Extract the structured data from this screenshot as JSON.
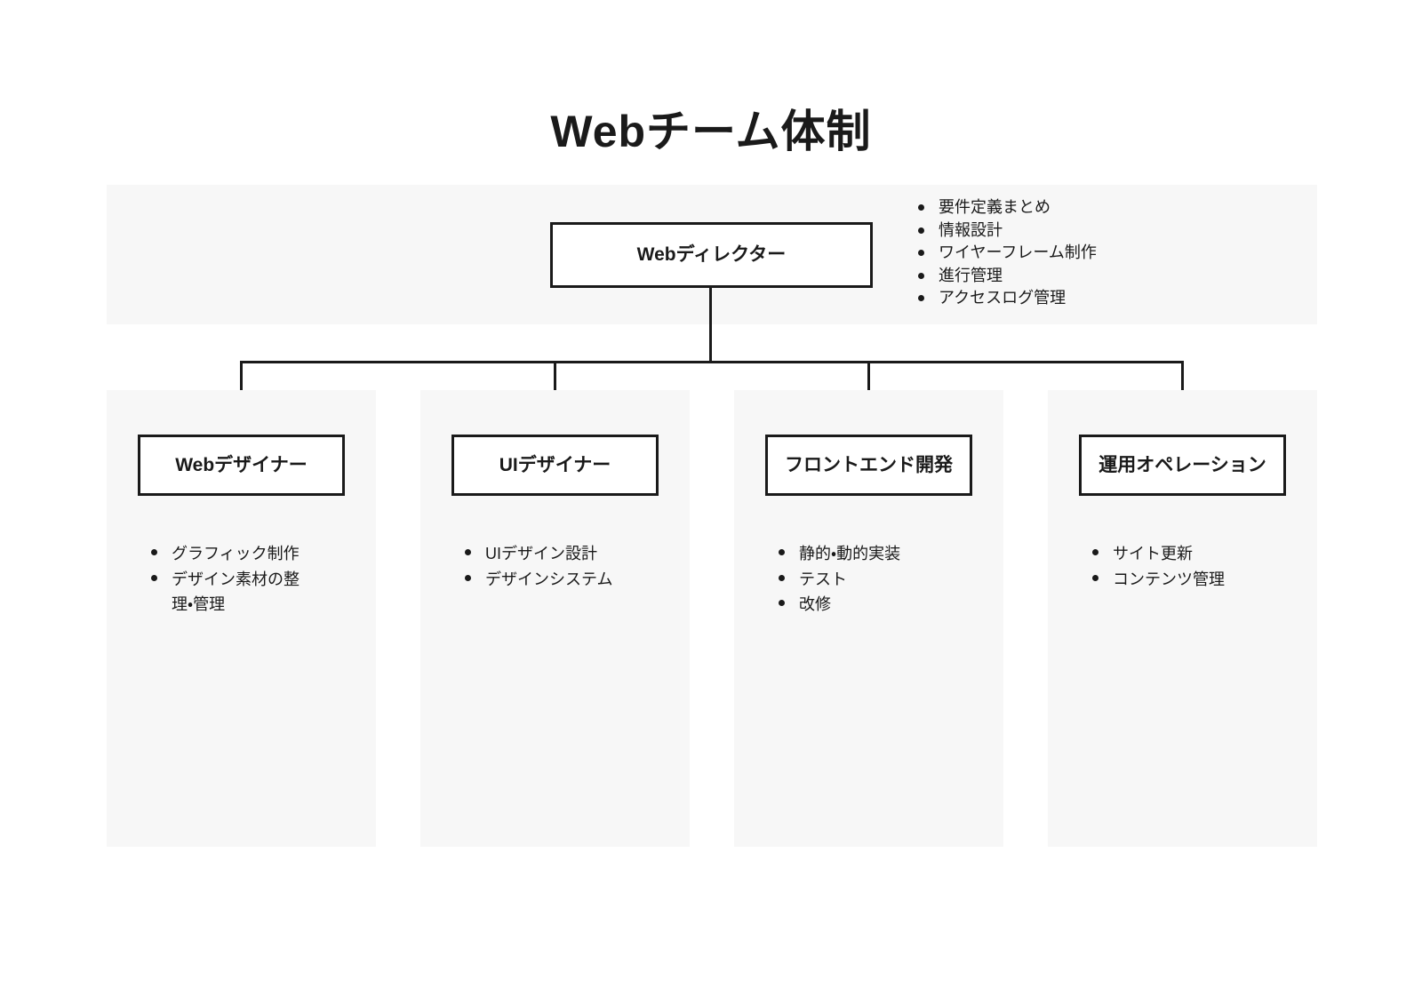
{
  "page": {
    "title": "Webチーム体制"
  },
  "director": {
    "label": "Webディレクター",
    "tasks": [
      "要件定義まとめ",
      "情報設計",
      "ワイヤーフレーム制作",
      "進行管理",
      "アクセスログ管理"
    ]
  },
  "teams": [
    {
      "label": "Webデザイナー",
      "tasks": [
        "グラフィック制作",
        "デザイン素材の整理・管理"
      ]
    },
    {
      "label": "UIデザイナー",
      "tasks": [
        "UIデザイン設計",
        "デザインシステム"
      ]
    },
    {
      "label": "フロントエンド開発",
      "tasks": [
        "静的・動的実装",
        "テスト",
        "改修"
      ]
    },
    {
      "label": "運用オペレーション",
      "tasks": [
        "サイト更新",
        "コンテンツ管理"
      ]
    }
  ],
  "colors": {
    "panel_bg": "#f7f7f7",
    "line": "#1a1a1a",
    "text": "#1a1a1a",
    "box_bg": "#ffffff",
    "page_bg": "#ffffff"
  }
}
